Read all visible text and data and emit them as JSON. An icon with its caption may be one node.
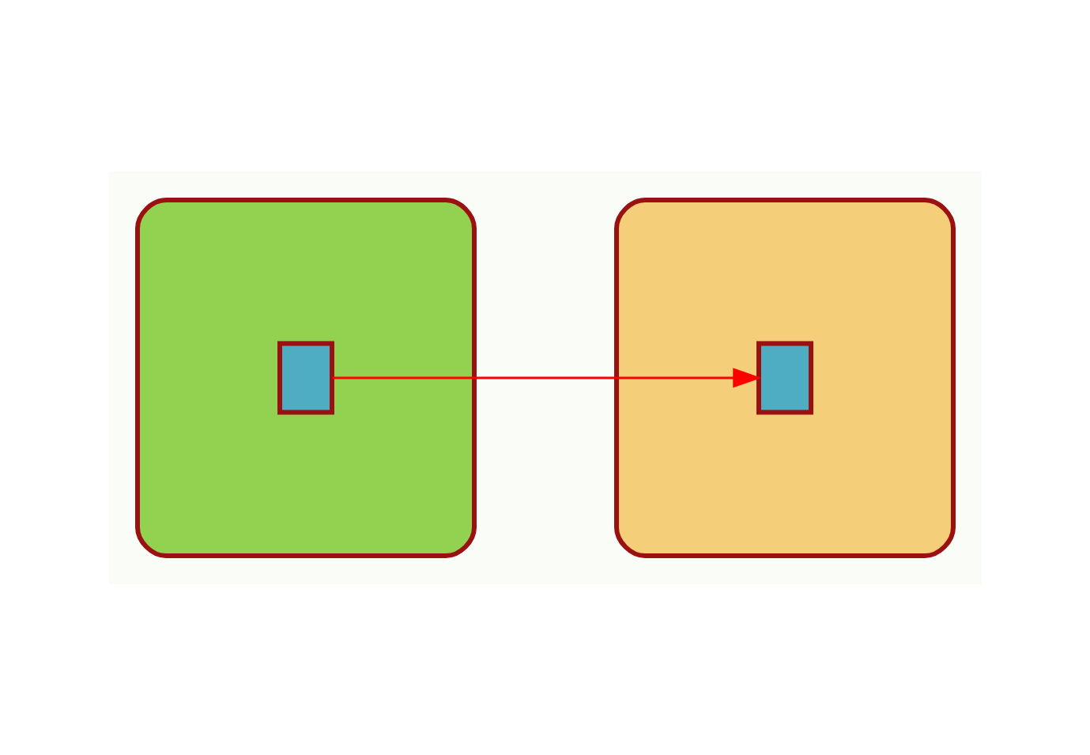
{
  "diagram": {
    "nodes": [
      {
        "text": [],
        "shape": "blob"
      },
      {
        "text": [],
        "shape": "box",
        "in": 0
      },
      {
        "text": [],
        "shape": "blob"
      },
      {
        "text": [],
        "shape": "box",
        "in": 2
      }
    ],
    "edges": [
      {
        "from": 1,
        "to": 3,
        "arrow": "to",
        "color": "#ff0000"
      }
    ]
  }
}
